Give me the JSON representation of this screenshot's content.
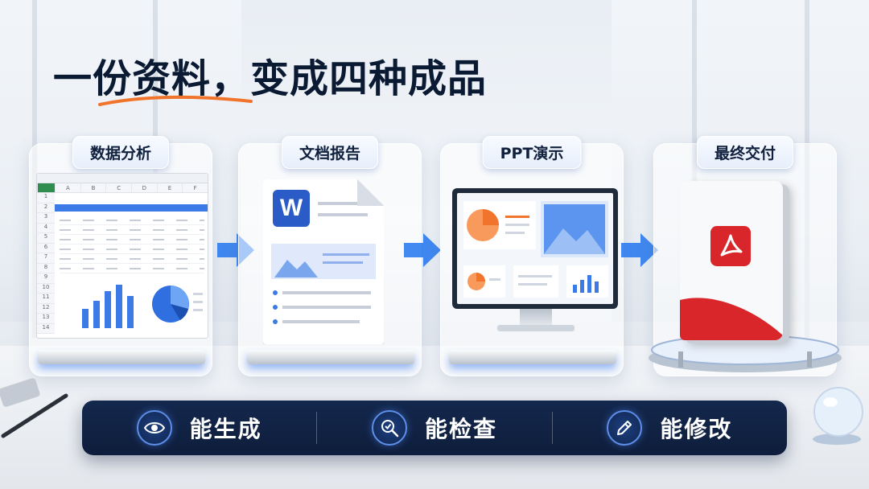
{
  "headline": "一份资料，变成四种成品",
  "colors": {
    "accent_blue": "#3c7ae8",
    "navy_bar": "#0e1d3b",
    "underline_orange": "#f0742b",
    "pdf_red": "#d8262a",
    "word_blue": "#2a5bc7",
    "excel_green": "#2f8e4f"
  },
  "stages": [
    {
      "label": "数据分析",
      "icon": "spreadsheet-icon"
    },
    {
      "label": "文档报告",
      "icon": "word-document-icon"
    },
    {
      "label": "PPT演示",
      "icon": "presentation-monitor-icon"
    },
    {
      "label": "最终交付",
      "icon": "pdf-book-icon"
    }
  ],
  "sheet": {
    "columns": [
      "A",
      "B",
      "C",
      "D",
      "E",
      "F"
    ],
    "rows": [
      "1",
      "2",
      "3",
      "4",
      "5",
      "6",
      "7",
      "8",
      "9",
      "10",
      "11",
      "12",
      "13",
      "14"
    ]
  },
  "actions": [
    {
      "label": "能生成",
      "icon": "eye-icon"
    },
    {
      "label": "能检查",
      "icon": "magnifier-check-icon"
    },
    {
      "label": "能修改",
      "icon": "pencil-icon"
    }
  ]
}
